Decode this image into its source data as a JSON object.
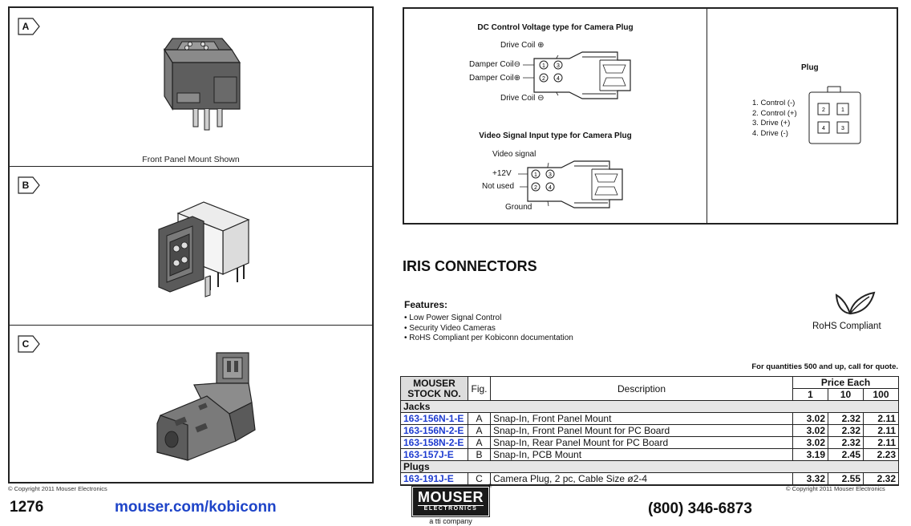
{
  "figures": [
    {
      "letter": "A",
      "caption": "Front Panel Mount Shown"
    },
    {
      "letter": "B",
      "caption": ""
    },
    {
      "letter": "C",
      "caption": ""
    }
  ],
  "diagrams": {
    "dc_title": "DC Control Voltage type for Camera Plug",
    "dc_labels": {
      "top": "Drive Coil ⊕",
      "l1": "Damper Coil⊖",
      "l2": "Damper Coil⊕",
      "bottom": "Drive Coil ⊖"
    },
    "video_title": "Video Signal Input type for Camera Plug",
    "video_labels": {
      "top": "Video signal",
      "l1": "+12V",
      "l2": "Not used",
      "bottom": "Ground"
    },
    "pin_numbers": [
      "1",
      "2",
      "3",
      "4"
    ],
    "plug_title": "Plug",
    "plug_pins": [
      "1. Control (-)",
      "2. Control (+)",
      "3. Drive (+)",
      "4. Drive (-)"
    ],
    "plug_grid": [
      "2",
      "1",
      "4",
      "3"
    ]
  },
  "section_title": "IRIS CONNECTORS",
  "features": {
    "heading": "Features:",
    "items": [
      "Low Power Signal Control",
      "Security Video Cameras",
      "RoHS Compliant per Kobiconn documentation"
    ]
  },
  "rohs": {
    "label": "RoHS Compliant",
    "icon": "leaf-icon"
  },
  "quote_note": "For quantities 500 and up, call for quote.",
  "table": {
    "headers": {
      "stock_line1": "MOUSER",
      "stock_line2": "STOCK NO.",
      "fig": "Fig.",
      "description": "Description",
      "price_each": "Price Each",
      "q1": "1",
      "q10": "10",
      "q100": "100"
    },
    "groups": [
      {
        "name": "Jacks",
        "rows": [
          {
            "stock": "163-156N-1-E",
            "fig": "A",
            "description": "Snap-In, Front Panel Mount",
            "p1": "3.02",
            "p10": "2.32",
            "p100": "2.11"
          },
          {
            "stock": "163-156N-2-E",
            "fig": "A",
            "description": "Snap-In, Front Panel Mount for PC Board",
            "p1": "3.02",
            "p10": "2.32",
            "p100": "2.11"
          },
          {
            "stock": "163-158N-2-E",
            "fig": "A",
            "description": "Snap-In, Rear Panel Mount for PC Board",
            "p1": "3.02",
            "p10": "2.32",
            "p100": "2.11"
          },
          {
            "stock": "163-157J-E",
            "fig": "B",
            "description": "Snap-In, PCB Mount",
            "p1": "3.19",
            "p10": "2.45",
            "p100": "2.23"
          }
        ]
      },
      {
        "name": "Plugs",
        "rows": [
          {
            "stock": "163-191J-E",
            "fig": "C",
            "description": "Camera Plug, 2 pc, Cable Size ø2-4",
            "p1": "3.32",
            "p10": "2.55",
            "p100": "2.32"
          }
        ]
      }
    ]
  },
  "footer": {
    "copyright_left": "© Copyright 2011 Mouser Electronics",
    "copyright_right": "© Copyright 2011 Mouser Electronics",
    "page_number": "1276",
    "website": "mouser.com/kobiconn",
    "phone": "(800) 346-6873",
    "logo_main": "MOUSER",
    "logo_sub": "ELECTRONICS",
    "logo_reg": "®",
    "logo_tagline": "a tti company"
  }
}
